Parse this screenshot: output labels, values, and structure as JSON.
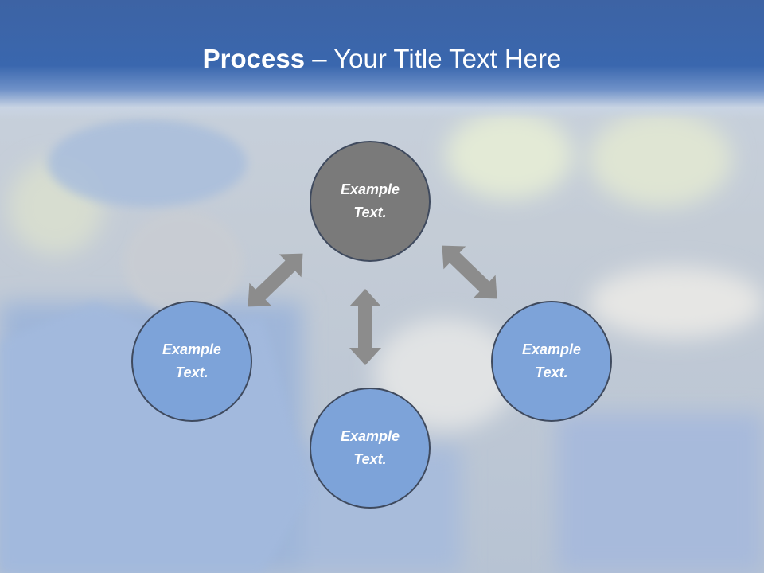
{
  "title": {
    "bold": "Process",
    "rest": " – Your Title Text Here"
  },
  "nodes": [
    {
      "label": "Example Text.",
      "color": "#7a7a7a"
    },
    {
      "label": "Example Text.",
      "color": "#7da3d9"
    },
    {
      "label": "Example Text.",
      "color": "#7da3d9"
    },
    {
      "label": "Example Text.",
      "color": "#7da3d9"
    }
  ],
  "colors": {
    "header": "#3a67ae",
    "arrow": "#8c8c8c",
    "node_blue": "#7da3d9",
    "node_gray": "#7a7a7a"
  }
}
